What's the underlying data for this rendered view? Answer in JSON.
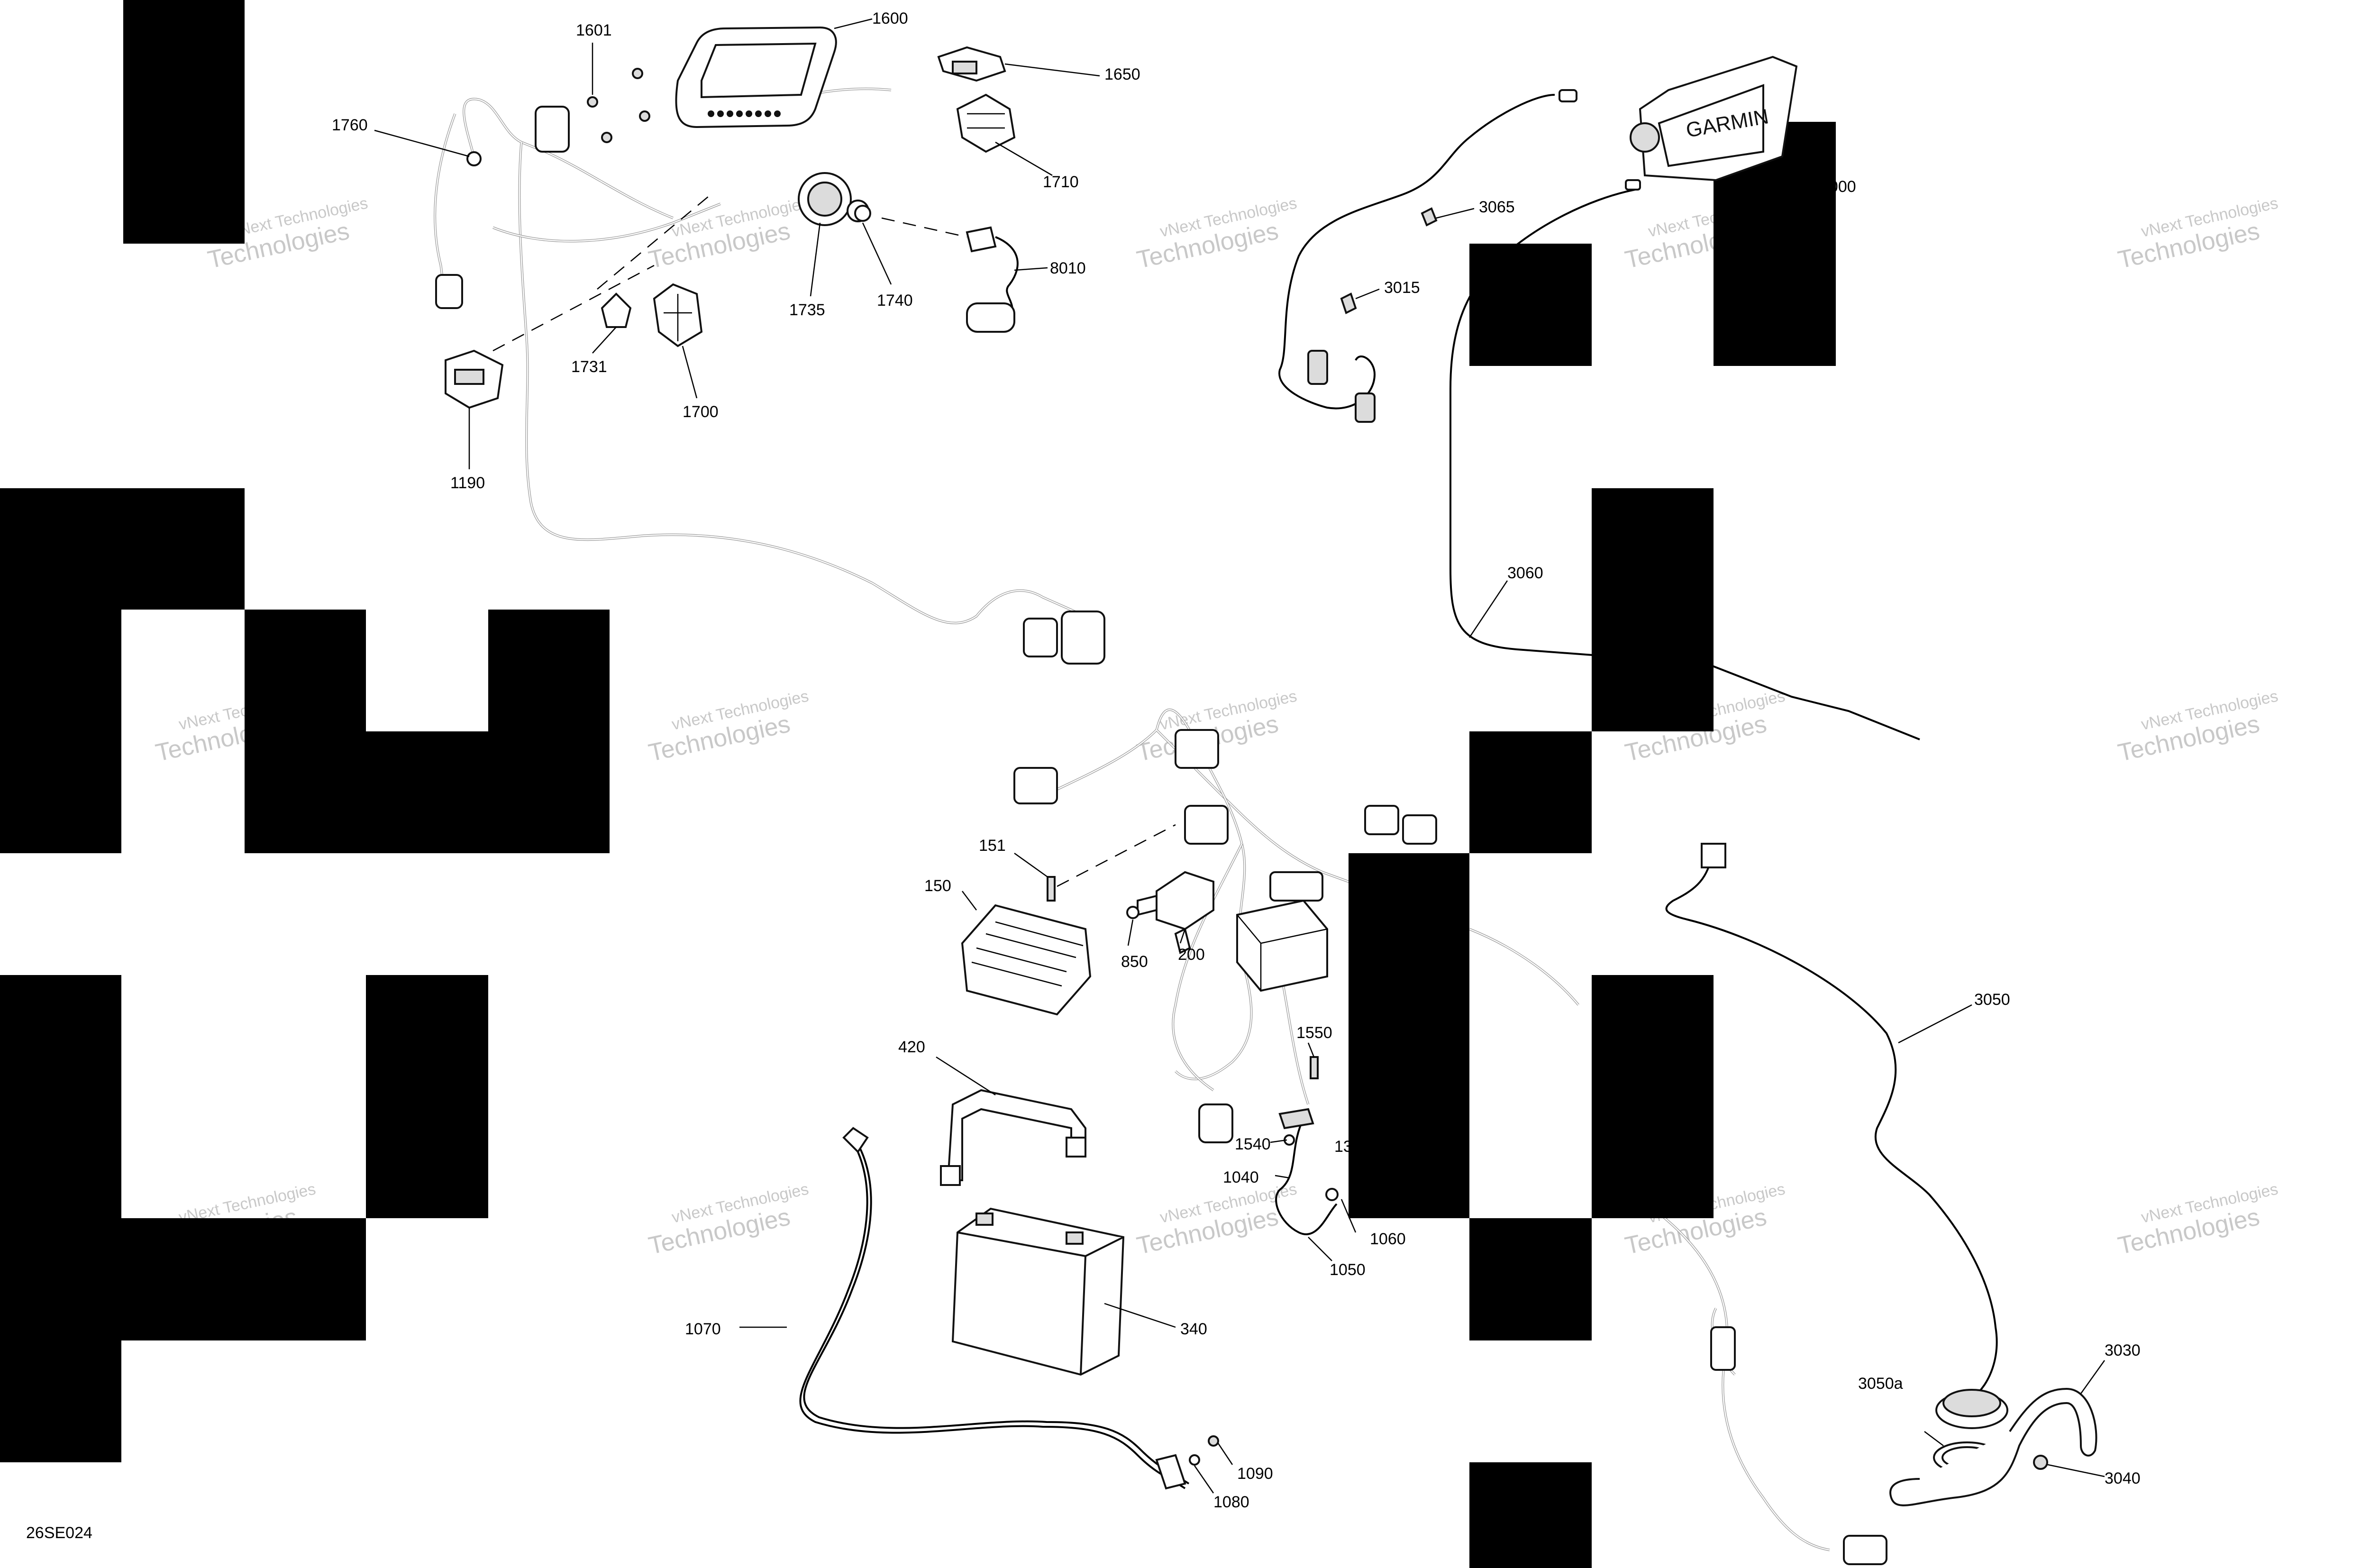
{
  "diagram_code": "26SE024",
  "watermark": {
    "line1": "vNext Technologies",
    "line2": "Technologies"
  },
  "brand_text": "GARMIN",
  "callouts": [
    {
      "id": "c-1601",
      "label": "1601"
    },
    {
      "id": "c-1600",
      "label": "1600"
    },
    {
      "id": "c-1650",
      "label": "1650"
    },
    {
      "id": "c-1760",
      "label": "1760"
    },
    {
      "id": "c-1710",
      "label": "1710"
    },
    {
      "id": "c-8010",
      "label": "8010"
    },
    {
      "id": "c-1735",
      "label": "1735"
    },
    {
      "id": "c-1740",
      "label": "1740"
    },
    {
      "id": "c-1731",
      "label": "1731"
    },
    {
      "id": "c-1700",
      "label": "1700"
    },
    {
      "id": "c-1190",
      "label": "1190"
    },
    {
      "id": "c-3065",
      "label": "3065"
    },
    {
      "id": "c-3000",
      "label": "3000"
    },
    {
      "id": "c-3015",
      "label": "3015"
    },
    {
      "id": "c-3060",
      "label": "3060"
    },
    {
      "id": "c-151",
      "label": "151"
    },
    {
      "id": "c-150",
      "label": "150"
    },
    {
      "id": "c-850",
      "label": "850"
    },
    {
      "id": "c-200",
      "label": "200"
    },
    {
      "id": "c-1550",
      "label": "1550"
    },
    {
      "id": "c-420",
      "label": "420"
    },
    {
      "id": "c-1540",
      "label": "1540"
    },
    {
      "id": "c-1040",
      "label": "1040"
    },
    {
      "id": "c-13",
      "label": "13"
    },
    {
      "id": "c-1060",
      "label": "1060"
    },
    {
      "id": "c-1050",
      "label": "1050"
    },
    {
      "id": "c-340",
      "label": "340"
    },
    {
      "id": "c-1070",
      "label": "1070"
    },
    {
      "id": "c-1090",
      "label": "1090"
    },
    {
      "id": "c-1080",
      "label": "1080"
    },
    {
      "id": "c-3050",
      "label": "3050"
    },
    {
      "id": "c-3030",
      "label": "3030"
    },
    {
      "id": "c-3050a",
      "label": "3050a"
    },
    {
      "id": "c-3040",
      "label": "3040"
    }
  ]
}
